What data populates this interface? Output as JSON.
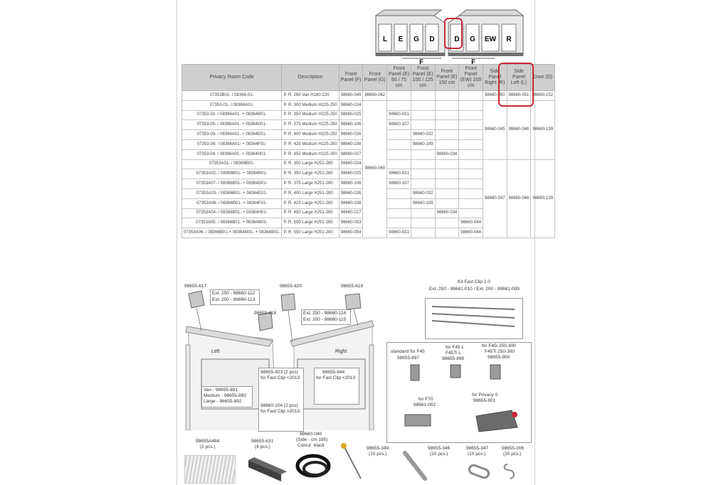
{
  "top_diagram": {
    "left_tent_panels": [
      "L",
      "E",
      "G",
      "D"
    ],
    "right_tent_panels": [
      "D",
      "G",
      "EW",
      "R"
    ],
    "front_label_left": "F",
    "front_label_right": "F"
  },
  "table": {
    "headers": [
      "Privacy Room Code",
      "Description",
      "Front Panel (F)",
      "Front Panel (G)",
      "Front Panel (E) 50 / 75 cm",
      "Front Panel (E) 100 / 125 cm",
      "Front Panel (E) 150 cm",
      "Front Panel (EW) 200 cm",
      "Side Panel Right (R)",
      "Side Panel Left (L)",
      "Door (D)"
    ],
    "front_g_shared": "98660-060",
    "group1": {
      "side_right": "98660-045",
      "side_left": "98660-046",
      "door": "98660-139"
    },
    "group2": {
      "side_right": "98660-047",
      "side_left": "98660-048",
      "door": "98660-139"
    },
    "rows": [
      {
        "code": "07353B01- / 08366-01-",
        "desc": "P. R. 260 Van H180-220",
        "f": "98660-049",
        "g": "98660-062",
        "e50": "",
        "e100": "",
        "e150": "",
        "ew": "",
        "r": "98660-050",
        "l": "98660-051",
        "d": "98660-152"
      },
      {
        "code": "07353-01- / 08366A01-",
        "desc": "P. R. 300 Medium H225-250",
        "f": "98660-024",
        "e50": "",
        "e100": "",
        "e150": "",
        "ew": ""
      },
      {
        "code": "07353-02- / 08366A01- + 08364B01-",
        "desc": "P. R. 350 Medium H225-250",
        "f": "98660-025",
        "e50": "98660-031",
        "e100": "",
        "e150": "",
        "ew": ""
      },
      {
        "code": "07353-05- / 08366A01- + 08364D01-",
        "desc": "P. R. 375 Medium H225-250",
        "f": "98660-106",
        "e50": "98660-107",
        "e100": "",
        "e150": "",
        "ew": ""
      },
      {
        "code": "07353-03- / 08366A01- + 08364E01-",
        "desc": "P. R. 400 Medium H225-250",
        "f": "98660-026",
        "e50": "",
        "e100": "98660-032",
        "e150": "",
        "ew": ""
      },
      {
        "code": "07353-06- / 08366A01- + 08364F01-",
        "desc": "P. R. 425 Medium H225-250",
        "f": "98660-108",
        "e50": "",
        "e100": "98660-109",
        "e150": "",
        "ew": ""
      },
      {
        "code": "07353-04- / 08366A01- + 08364H01-",
        "desc": "P. R. 450 Medium H225-250",
        "f": "98660-027",
        "e50": "",
        "e100": "",
        "e150": "98660-034",
        "ew": ""
      },
      {
        "code": "07353A01- / 08366B01-",
        "desc": "P. R. 300 Large H251-280",
        "f": "98660-024",
        "e50": "",
        "e100": "",
        "e150": "",
        "ew": ""
      },
      {
        "code": "07353A02- / 08366B01- + 08364B01-",
        "desc": "P. R. 350 Large H251-280",
        "f": "98660-025",
        "e50": "98660-031",
        "e100": "",
        "e150": "",
        "ew": ""
      },
      {
        "code": "07353A07- / 08366B01- + 08364D01-",
        "desc": "P. R. 375 Large H251-280",
        "f": "98660-106",
        "e50": "98660-107",
        "e100": "",
        "e150": "",
        "ew": ""
      },
      {
        "code": "07353A03- / 08366B01- + 08364E01-",
        "desc": "P. R. 400 Large H251-280",
        "f": "98660-026",
        "e50": "",
        "e100": "98660-032",
        "e150": "",
        "ew": ""
      },
      {
        "code": "07353A08- / 08366B01- + 08364F01-",
        "desc": "P. R. 425 Large H251-280",
        "f": "98660-108",
        "e50": "",
        "e100": "98660-109",
        "e150": "",
        "ew": ""
      },
      {
        "code": "07353A04- / 08366B01- + 08364H01-",
        "desc": "P. R. 450 Large H251-280",
        "f": "98660-027",
        "e50": "",
        "e100": "",
        "e150": "98660-034",
        "ew": ""
      },
      {
        "code": "07353A05- / 08366B01- + 08364M01-",
        "desc": "P. R. 500 Large H251-280",
        "f": "98660-053",
        "e50": "",
        "e100": "",
        "e150": "",
        "ew": "98660-044"
      },
      {
        "code": "07353A06- / 08366B01-+ 08364M01- + 08364B01-",
        "desc": "P. R. 550 Large H251-280",
        "f": "98660-054",
        "e50": "98660-031",
        "e100": "",
        "e150": "",
        "ew": "98660-044"
      }
    ]
  },
  "parts": {
    "p617": "98655-617",
    "ext_a1": "Ext. 250 - 98660-112",
    "ext_a2": "Ext. 200 - 98660-113",
    "p620": "98655-620",
    "p619": "98655-619",
    "p618": "98655-618",
    "ext_b1": "Ext. 250 - 98660-114",
    "ext_b2": "Ext. 200 - 98660-115",
    "left": "Left",
    "right": "Right",
    "van1": "Van - 98655-891",
    "van2": "Medium - 98655-890",
    "van3": "Large - 98655-892",
    "c923a": "98655-923 (2 pcs)",
    "c923b": "for Fast Clip <2013",
    "c944a": "98655-944",
    "c944b": "for Fast Clip <2013",
    "c104a": "98660-104 (2 pcs)",
    "c104b": "for Fast Clip >2013",
    "kit_title": "Kit Fast Clip 2.0",
    "kit_sub": "Ext. 250 - 98661-010 / Ext. 200 - 98661-009",
    "std1": "standard for F45",
    "std2": "98655-897",
    "f45l1": "for F45 L",
    "f45l2": "F45Ti L",
    "f45l3": "98655-898",
    "f45i1": "for F45i 250-300",
    "f45i2": "F45Ti 250-300",
    "f45i3": "98655-900",
    "f70a": "for F70",
    "f70b": "98661-002",
    "priv1": "for Privacy 0",
    "priv2": "98655-901",
    "b484a": "98655A484",
    "b484b": "(2 pcs.)",
    "b631a": "98655-631",
    "b631b": "(4 pcs.)",
    "b040a": "98660-040",
    "b040b": "(Side - cm 195)",
    "b040c": "Colour: black",
    "b349a": "98655-349",
    "b349b": "(10 pcs.)",
    "b346a": "98655-346",
    "b346b": "(10 pcs.)",
    "b347a": "98655-347",
    "b347b": "(10 pcs.)",
    "b006a": "98655-006",
    "b006b": "(20 pcs.)"
  }
}
